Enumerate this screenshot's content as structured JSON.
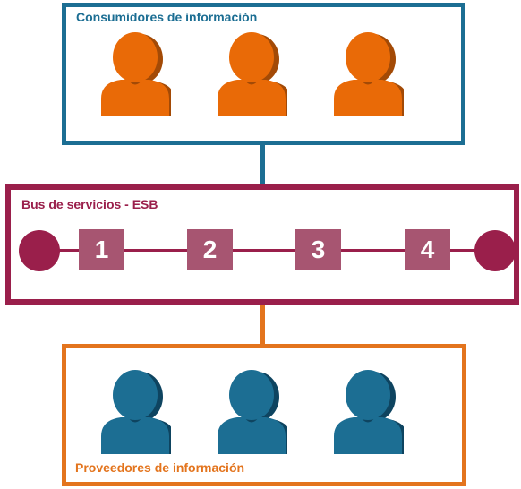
{
  "consumers": {
    "label": "Consumidores de información",
    "icons": [
      "person-icon",
      "person-icon",
      "person-icon"
    ],
    "color": "#e96a07",
    "shade": "#a34a06",
    "border_color": "#1c6e93"
  },
  "bus": {
    "label": "Bus de servicios - ESB",
    "steps": [
      "1",
      "2",
      "3",
      "4"
    ],
    "color": "#9a1f4b",
    "step_color": "#a75571"
  },
  "providers": {
    "label": "Proveedores de información",
    "icons": [
      "person-icon",
      "person-icon",
      "person-icon"
    ],
    "color": "#1c6e93",
    "shade": "#0e4460",
    "border_color": "#e3741d"
  }
}
